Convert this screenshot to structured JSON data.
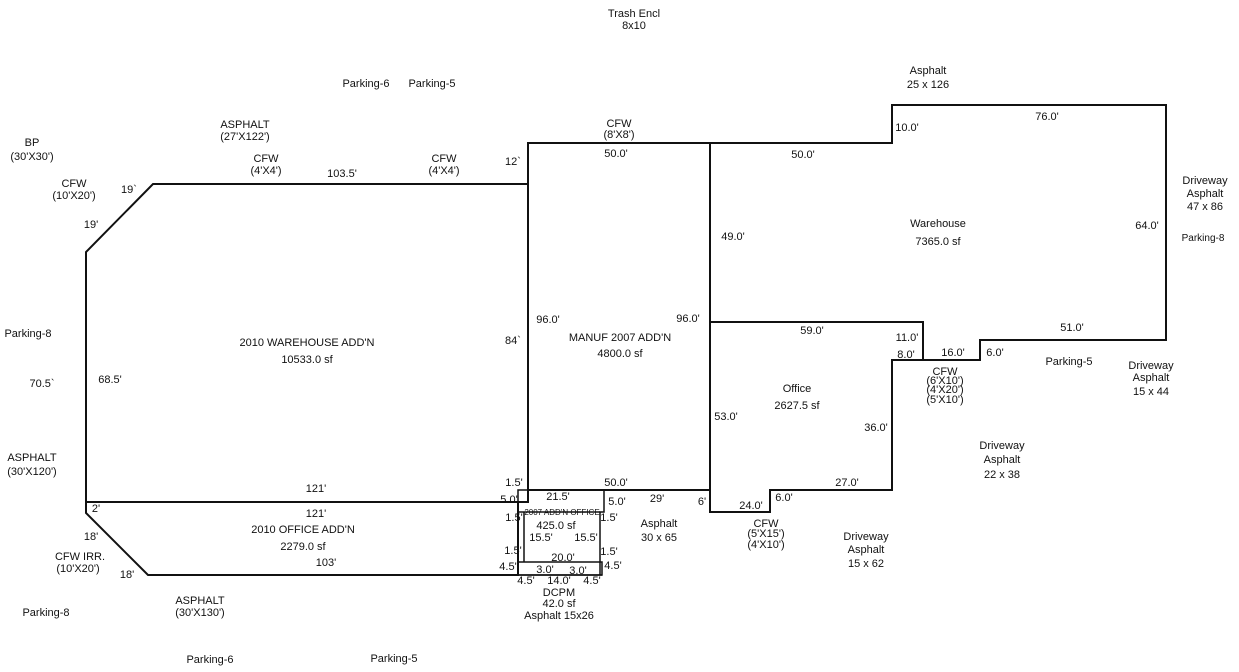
{
  "colors": {
    "background": "#ffffff",
    "ink": "#111111"
  },
  "labels": [
    {
      "id": "trash-encl-title",
      "text": "Trash Encl"
    },
    {
      "id": "trash-encl-size",
      "text": "8x10"
    },
    {
      "id": "parking6-top",
      "text": "Parking-6"
    },
    {
      "id": "parking5-top",
      "text": "Parking-5"
    },
    {
      "id": "asphalt-top-title",
      "text": "Asphalt"
    },
    {
      "id": "asphalt-top-size",
      "text": "25 x 126"
    },
    {
      "id": "asphalt-nw-title",
      "text": "ASPHALT"
    },
    {
      "id": "asphalt-nw-size",
      "text": "(27'X122')"
    },
    {
      "id": "cfw-8x8-title",
      "text": "CFW"
    },
    {
      "id": "cfw-8x8-size",
      "text": "(8'X8')"
    },
    {
      "id": "bp-title",
      "text": "BP"
    },
    {
      "id": "bp-size",
      "text": "(30'X30')"
    },
    {
      "id": "cfw-4x4a-title",
      "text": "CFW"
    },
    {
      "id": "cfw-4x4a-size",
      "text": "(4'X4')"
    },
    {
      "id": "cfw-4x4b-title",
      "text": "CFW"
    },
    {
      "id": "cfw-4x4b-size",
      "text": "(4'X4')"
    },
    {
      "id": "cfw-10x20-title",
      "text": "CFW"
    },
    {
      "id": "cfw-10x20-size",
      "text": "(10'X20')"
    },
    {
      "id": "driveway-e-1",
      "text": "Driveway"
    },
    {
      "id": "driveway-e-2",
      "text": "Asphalt"
    },
    {
      "id": "driveway-e-3",
      "text": "47 x 86"
    },
    {
      "id": "parking8-e",
      "text": "Parking-8"
    },
    {
      "id": "parking8-w",
      "text": "Parking-8"
    },
    {
      "id": "warehouse-2010-name",
      "text": "2010 WAREHOUSE ADD'N"
    },
    {
      "id": "warehouse-2010-area",
      "text": "10533.0 sf"
    },
    {
      "id": "manuf-name",
      "text": "MANUF 2007 ADD'N"
    },
    {
      "id": "manuf-area",
      "text": "4800.0 sf"
    },
    {
      "id": "warehouse-name",
      "text": "Warehouse"
    },
    {
      "id": "warehouse-area",
      "text": "7365.0 sf"
    },
    {
      "id": "office-name",
      "text": "Office"
    },
    {
      "id": "office-area",
      "text": "2627.5 sf"
    },
    {
      "id": "parking5-mid",
      "text": "Parking-5"
    },
    {
      "id": "driveway-se-1",
      "text": "Driveway"
    },
    {
      "id": "driveway-se-2",
      "text": "Asphalt"
    },
    {
      "id": "driveway-se-3",
      "text": "15 x 44"
    },
    {
      "id": "cfw-6x10-title",
      "text": "CFW"
    },
    {
      "id": "cfw-6x10-a",
      "text": "(6'X10')"
    },
    {
      "id": "cfw-6x10-b",
      "text": "(4'X20')"
    },
    {
      "id": "cfw-6x10-c",
      "text": "(5'X10')"
    },
    {
      "id": "driveway-mid-1",
      "text": "Driveway"
    },
    {
      "id": "driveway-mid-2",
      "text": "Asphalt"
    },
    {
      "id": "driveway-mid-3",
      "text": "22 x 38"
    },
    {
      "id": "asphalt-w-title",
      "text": "ASPHALT"
    },
    {
      "id": "asphalt-w-size",
      "text": "(30'X120')"
    },
    {
      "id": "office-2010-name",
      "text": "2010 OFFICE ADD'N"
    },
    {
      "id": "office-2010-area",
      "text": "2279.0 sf"
    },
    {
      "id": "office-2007-name",
      "text": "2007 ADD'N OFFICE"
    },
    {
      "id": "office-2007-area",
      "text": "425.0 sf"
    },
    {
      "id": "asphalt-30x65-title",
      "text": "Asphalt"
    },
    {
      "id": "asphalt-30x65-size",
      "text": "30 x 65"
    },
    {
      "id": "cfw-5x15-title",
      "text": "CFW"
    },
    {
      "id": "cfw-5x15-a",
      "text": "(5'X15')"
    },
    {
      "id": "cfw-5x15-b",
      "text": "(4'X10')"
    },
    {
      "id": "driveway-s-1",
      "text": "Driveway"
    },
    {
      "id": "driveway-s-2",
      "text": "Asphalt"
    },
    {
      "id": "driveway-s-3",
      "text": "15 x 62"
    },
    {
      "id": "cfw-irr-title",
      "text": "CFW IRR."
    },
    {
      "id": "cfw-irr-size",
      "text": "(10'X20')"
    },
    {
      "id": "dcpm-name",
      "text": "DCPM"
    },
    {
      "id": "dcpm-area",
      "text": "42.0 sf"
    },
    {
      "id": "asphalt-15x26",
      "text": "Asphalt 15x26"
    },
    {
      "id": "parking8-sw",
      "text": "Parking-8"
    },
    {
      "id": "asphalt-sw-title",
      "text": "ASPHALT"
    },
    {
      "id": "asphalt-sw-size",
      "text": "(30'X130')"
    },
    {
      "id": "parking6-bottom",
      "text": "Parking-6"
    },
    {
      "id": "parking5-bottom",
      "text": "Parking-5"
    }
  ],
  "dimensions": [
    {
      "id": "d-12",
      "text": "12`"
    },
    {
      "id": "d-50a",
      "text": "50.0'"
    },
    {
      "id": "d-50b",
      "text": "50.0'"
    },
    {
      "id": "d-10",
      "text": "10.0'"
    },
    {
      "id": "d-76",
      "text": "76.0'"
    },
    {
      "id": "d-103-5",
      "text": "103.5'"
    },
    {
      "id": "d-19a",
      "text": "19`"
    },
    {
      "id": "d-19b",
      "text": "19'"
    },
    {
      "id": "d-49",
      "text": "49.0'"
    },
    {
      "id": "d-64",
      "text": "64.0'"
    },
    {
      "id": "d-96a",
      "text": "96.0'"
    },
    {
      "id": "d-96b",
      "text": "96.0'"
    },
    {
      "id": "d-84",
      "text": "84`"
    },
    {
      "id": "d-59",
      "text": "59.0'"
    },
    {
      "id": "d-11",
      "text": "11.0'"
    },
    {
      "id": "d-51",
      "text": "51.0'"
    },
    {
      "id": "d-8",
      "text": "8.0'"
    },
    {
      "id": "d-16",
      "text": "16.0'"
    },
    {
      "id": "d-6a",
      "text": "6.0'"
    },
    {
      "id": "d-70-5",
      "text": "70.5`"
    },
    {
      "id": "d-68-5",
      "text": "68.5'"
    },
    {
      "id": "d-53",
      "text": "53.0'"
    },
    {
      "id": "d-36",
      "text": "36.0'"
    },
    {
      "id": "d-1-5a",
      "text": "1.5'"
    },
    {
      "id": "d-121a",
      "text": "121'"
    },
    {
      "id": "d-50c",
      "text": "50.0'"
    },
    {
      "id": "d-27",
      "text": "27.0'"
    },
    {
      "id": "d-5a",
      "text": "5.0'"
    },
    {
      "id": "d-21-5",
      "text": "21.5'"
    },
    {
      "id": "d-5b",
      "text": "5.0'"
    },
    {
      "id": "d-29",
      "text": "29'"
    },
    {
      "id": "d-6b",
      "text": "6'"
    },
    {
      "id": "d-24",
      "text": "24.0'"
    },
    {
      "id": "d-6c",
      "text": "6.0'"
    },
    {
      "id": "d-2",
      "text": "2'"
    },
    {
      "id": "d-121b",
      "text": "121'"
    },
    {
      "id": "d-1-5b",
      "text": "1.5'"
    },
    {
      "id": "d-1-5c",
      "text": "1.5'"
    },
    {
      "id": "d-15-5a",
      "text": "15.5'"
    },
    {
      "id": "d-15-5b",
      "text": "15.5'"
    },
    {
      "id": "d-18a",
      "text": "18'"
    },
    {
      "id": "d-1-5d",
      "text": "1.5'"
    },
    {
      "id": "d-20",
      "text": "20.0'"
    },
    {
      "id": "d-1-5e",
      "text": "1.5'"
    },
    {
      "id": "d-103",
      "text": "103'"
    },
    {
      "id": "d-4-5a",
      "text": "4.5'"
    },
    {
      "id": "d-3a",
      "text": "3.0'"
    },
    {
      "id": "d-3b",
      "text": "3.0'"
    },
    {
      "id": "d-4-5b",
      "text": "4.5'"
    },
    {
      "id": "d-18b",
      "text": "18'"
    },
    {
      "id": "d-4-5c",
      "text": "4.5'"
    },
    {
      "id": "d-14",
      "text": "14.0'"
    },
    {
      "id": "d-4-5d",
      "text": "4.5'"
    }
  ]
}
